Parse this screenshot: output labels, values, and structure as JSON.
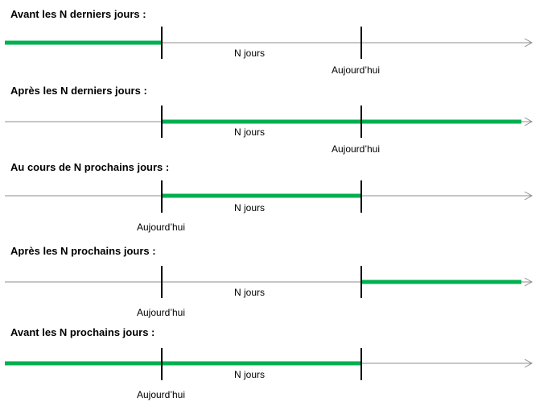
{
  "colors": {
    "highlight": "#00b050",
    "axis": "#8c8c8c",
    "marker": "#000000"
  },
  "rows": [
    {
      "title": "Avant les N derniers jours :",
      "span_label": "N jours",
      "today_label": "Aujourd’hui",
      "today_mark": "right"
    },
    {
      "title": "Après les N derniers jours :",
      "span_label": "N jours",
      "today_label": "Aujourd’hui",
      "today_mark": "right"
    },
    {
      "title": "Au cours de N prochains jours :",
      "span_label": "N jours",
      "today_label": "Aujourd’hui",
      "today_mark": "left"
    },
    {
      "title": "Après les N prochains jours :",
      "span_label": "N jours",
      "today_label": "Aujourd’hui",
      "today_mark": "left"
    },
    {
      "title": "Avant les N prochains jours :",
      "span_label": "N jours",
      "today_label": "Aujourd’hui",
      "today_mark": "left"
    }
  ]
}
